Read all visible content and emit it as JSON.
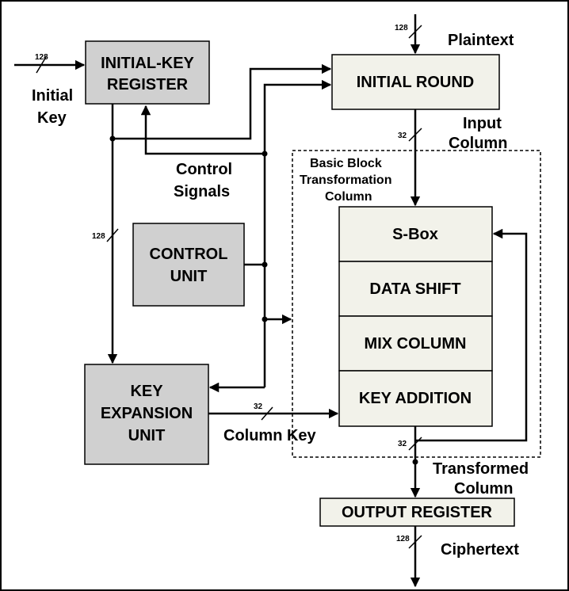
{
  "boxes": {
    "initial_key_register": [
      "INITIAL-KEY",
      "REGISTER"
    ],
    "initial_round": "INITIAL ROUND",
    "control_unit": [
      "CONTROL",
      "UNIT"
    ],
    "key_expansion_unit": [
      "KEY",
      "EXPANSION",
      "UNIT"
    ],
    "s_box": "S-Box",
    "data_shift": "DATA SHIFT",
    "mix_column": "MIX COLUMN",
    "key_addition": "KEY ADDITION",
    "output_register": "OUTPUT REGISTER"
  },
  "labels": {
    "initial_key": [
      "Initial",
      "Key"
    ],
    "plaintext": "Plaintext",
    "input_column": [
      "Input",
      "Column"
    ],
    "control_signals": [
      "Control",
      "Signals"
    ],
    "basic_block": [
      "Basic Block",
      "Transformation",
      "Column"
    ],
    "column_key": "Column Key",
    "transformed_column": [
      "Transformed",
      "Column"
    ],
    "ciphertext": "Ciphertext"
  },
  "bus_widths": {
    "initial_key_in": "128",
    "plaintext_in": "128",
    "input_column": "32",
    "key_register_to_expansion": "128",
    "column_key": "32",
    "transformed_out": "32",
    "ciphertext_out": "128"
  },
  "colors": {
    "gray_box": "#d0d0d0",
    "light_box": "#f2f2ea",
    "line": "#000000"
  }
}
